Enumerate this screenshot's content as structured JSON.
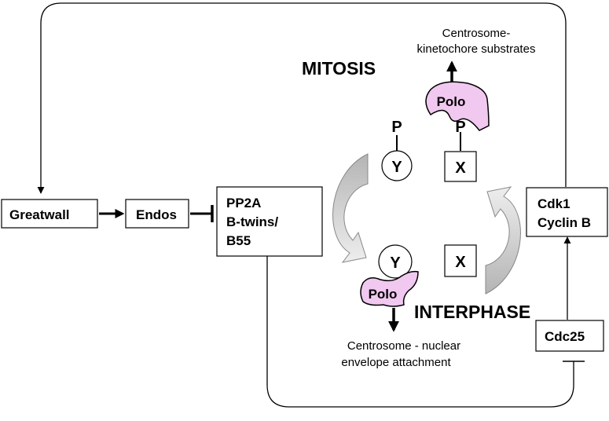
{
  "nodes": {
    "greatwall": "Greatwall",
    "endos": "Endos",
    "pp2a_line1": "PP2A",
    "pp2a_line2": "B-twins/",
    "pp2a_line3": "B55",
    "cdk1_line1": "Cdk1",
    "cdk1_line2": "Cyclin B",
    "cdc25": "Cdc25",
    "y_top": "Y",
    "y_bottom": "Y",
    "x_top": "X",
    "x_bottom": "X",
    "phospho_y": "P",
    "phospho_x": "P",
    "polo_top": "Polo",
    "polo_bottom": "Polo"
  },
  "phases": {
    "mitosis": "MITOSIS",
    "interphase": "INTERPHASE"
  },
  "outputs": {
    "top_line1": "Centrosome-",
    "top_line2": "kinetochore substrates",
    "bottom_line1": "Centrosome - nuclear",
    "bottom_line2": "envelope attachment"
  },
  "colors": {
    "polo_fill": "#f0c8f0",
    "arrow_fill": "#c4c4c4"
  }
}
